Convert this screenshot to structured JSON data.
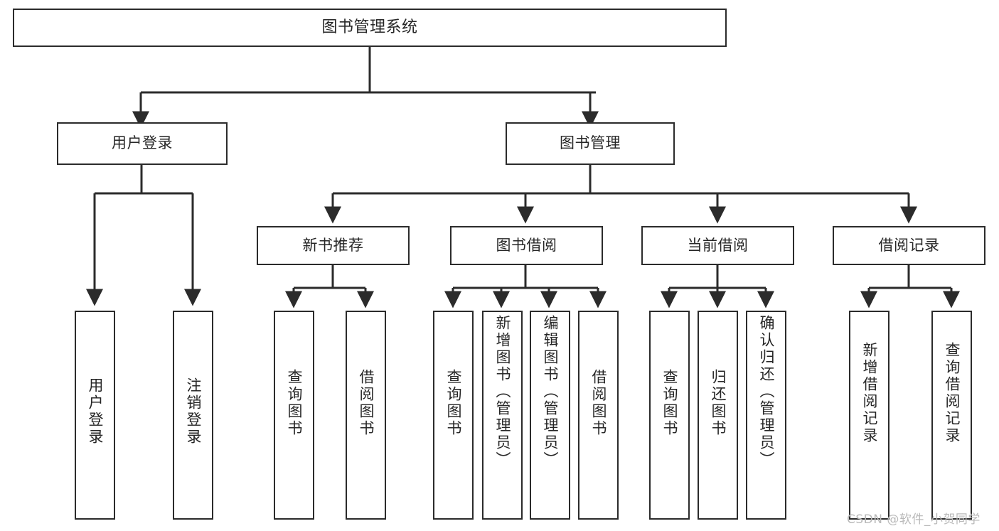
{
  "diagram": {
    "title": "图书管理系统",
    "type": "hierarchy-tree",
    "root": {
      "id": "root",
      "label": "图书管理系统"
    },
    "tier1": [
      {
        "id": "user-login",
        "label": "用户登录"
      },
      {
        "id": "book-manage",
        "label": "图书管理"
      }
    ],
    "tier2": [
      {
        "id": "new-book-recommend",
        "label": "新书推荐",
        "parent": "book-manage"
      },
      {
        "id": "book-borrow",
        "label": "图书借阅",
        "parent": "book-manage"
      },
      {
        "id": "current-borrow",
        "label": "当前借阅",
        "parent": "book-manage"
      },
      {
        "id": "borrow-record",
        "label": "借阅记录",
        "parent": "book-manage"
      }
    ],
    "leaves": [
      {
        "id": "leaf-user-login",
        "label": "用户登录",
        "parent": "user-login"
      },
      {
        "id": "leaf-logout-login",
        "label": "注销登录",
        "parent": "user-login"
      },
      {
        "id": "leaf-query-book-1",
        "label": "查询图书",
        "parent": "new-book-recommend"
      },
      {
        "id": "leaf-borrow-book-1",
        "label": "借阅图书",
        "parent": "new-book-recommend"
      },
      {
        "id": "leaf-query-book-2",
        "label": "查询图书",
        "parent": "book-borrow"
      },
      {
        "id": "leaf-add-book",
        "label": "新增图书（管理员）",
        "parent": "book-borrow"
      },
      {
        "id": "leaf-edit-book",
        "label": "编辑图书（管理员）",
        "parent": "book-borrow"
      },
      {
        "id": "leaf-borrow-book-2",
        "label": "借阅图书",
        "parent": "book-borrow"
      },
      {
        "id": "leaf-query-book-3",
        "label": "查询图书",
        "parent": "current-borrow"
      },
      {
        "id": "leaf-return-book",
        "label": "归还图书",
        "parent": "current-borrow"
      },
      {
        "id": "leaf-confirm-return",
        "label": "确认归还（管理员）",
        "parent": "current-borrow"
      },
      {
        "id": "leaf-add-record",
        "label": "新增借阅记录",
        "parent": "borrow-record"
      },
      {
        "id": "leaf-query-record",
        "label": "查询借阅记录",
        "parent": "borrow-record"
      }
    ]
  },
  "watermark": {
    "text": "CSDN @软件_小贺同学"
  },
  "colors": {
    "stroke": "#2b2b2b",
    "text": "#262626",
    "background": "#ffffff",
    "watermark": "#b9b9b9"
  }
}
